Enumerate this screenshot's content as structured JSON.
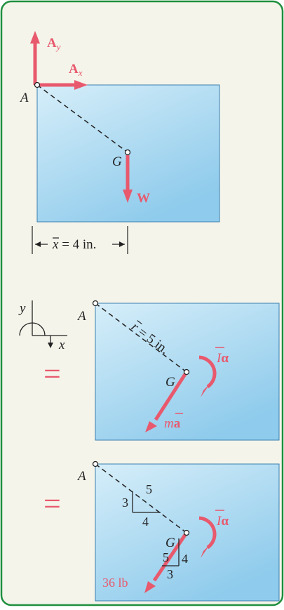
{
  "colors": {
    "frame": "#1f8f3e",
    "panel_bg": "#f4f4ea",
    "force": "#e8596d",
    "dashed": "#222222",
    "plate_top": "#d6eef9",
    "plate_bottom": "#8fcbec"
  },
  "diagram1": {
    "ay_bold": "A",
    "ay_sub": "y",
    "ax_bold": "A",
    "ax_sub": "x",
    "point_label": "A",
    "center_label": "G",
    "weight_label": "W",
    "xbar_var": "x",
    "xbar_rest": " = 4 in."
  },
  "axes": {
    "y_label": "y",
    "x_label": "x"
  },
  "diagram2": {
    "equals": "=",
    "point_label": "A",
    "r_var": "r",
    "r_rest": " = 5 in.",
    "center_label": "G",
    "moment_I": "I",
    "moment_alpha": "α",
    "ma_m": "m",
    "ma_a": "a"
  },
  "diagram3": {
    "equals": "=",
    "point_label": "A",
    "center_label": "G",
    "slope_rise": "3",
    "slope_hyp": "5",
    "slope_run": "4",
    "force_hyp": "5",
    "force_rise": "4",
    "force_run": "3",
    "force_label": "36 lb",
    "moment_I": "I",
    "moment_alpha": "α"
  }
}
